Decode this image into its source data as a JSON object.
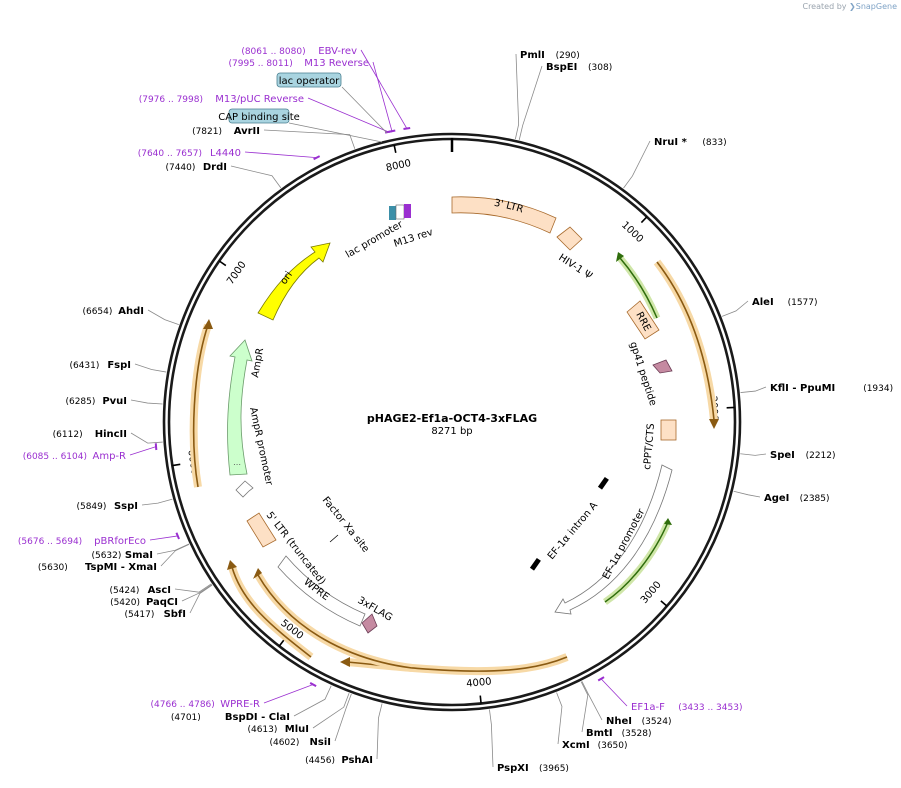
{
  "credit": {
    "created_by": "Created by",
    "brand": "SnapGene"
  },
  "map": {
    "name": "pHAGE2-Ef1a-OCT4-3xFLAG",
    "length_label": "8271 bp",
    "length": 8271
  },
  "colors": {
    "primer": "#9a2fd0",
    "backbone": "#1a1a1a",
    "promoter_box": "#a9d4e0",
    "ltr_fill": "#fde0c5",
    "ori": "#ffff00",
    "ampr": "#ccffcc",
    "orange_arrow": "#f2b55a",
    "green_arrow": "#5da832",
    "flag": "#c58aa1"
  },
  "tick_labels": [
    {
      "text": "1000",
      "bp": 1000
    },
    {
      "text": "2000",
      "bp": 2000
    },
    {
      "text": "3000",
      "bp": 3000
    },
    {
      "text": "4000",
      "bp": 4000
    },
    {
      "text": "5000",
      "bp": 5000
    },
    {
      "text": "6000",
      "bp": 6000
    },
    {
      "text": "7000",
      "bp": 7000
    },
    {
      "text": "8000",
      "bp": 8000
    }
  ],
  "enzymes": [
    {
      "name": "PmlI",
      "pos": "(290)",
      "bp": 290
    },
    {
      "name": "BspEI",
      "pos": "(308)",
      "bp": 308
    },
    {
      "name": "NruI *",
      "pos": "(833)",
      "bp": 833
    },
    {
      "name": "AleI",
      "pos": "(1577)",
      "bp": 1577
    },
    {
      "name": "KflI  - PpuMI",
      "pos": "(1934)",
      "bp": 1934
    },
    {
      "name": "SpeI",
      "pos": "(2212)",
      "bp": 2212
    },
    {
      "name": "AgeI",
      "pos": "(2385)",
      "bp": 2385
    },
    {
      "name": "NheI",
      "pos": "(3524)",
      "bp": 3524
    },
    {
      "name": "BmtI",
      "pos": "(3528)",
      "bp": 3528
    },
    {
      "name": "XcmI",
      "pos": "(3650)",
      "bp": 3650
    },
    {
      "name": "PspXI",
      "pos": "(3965)",
      "bp": 3965
    },
    {
      "name": "PshAI",
      "pos": "(4456)",
      "bp": 4456
    },
    {
      "name": "NsiI",
      "pos": "(4602)",
      "bp": 4602
    },
    {
      "name": "MluI",
      "pos": "(4613)",
      "bp": 4613
    },
    {
      "name": "BspDI  - ClaI",
      "pos": "(4701)",
      "bp": 4701
    },
    {
      "name": "SbfI",
      "pos": "(5417)",
      "bp": 5417
    },
    {
      "name": "PaqCI",
      "pos": "(5420)",
      "bp": 5420
    },
    {
      "name": "AscI",
      "pos": "(5424)",
      "bp": 5424
    },
    {
      "name": "TspMI  - XmaI",
      "pos": "(5630)",
      "bp": 5630
    },
    {
      "name": "SmaI",
      "pos": "(5632)",
      "bp": 5632
    },
    {
      "name": "SspI",
      "pos": "(5849)",
      "bp": 5849
    },
    {
      "name": "HincII",
      "pos": "(6112)",
      "bp": 6112
    },
    {
      "name": "PvuI",
      "pos": "(6285)",
      "bp": 6285
    },
    {
      "name": "FspI",
      "pos": "(6431)",
      "bp": 6431
    },
    {
      "name": "AhdI",
      "pos": "(6654)",
      "bp": 6654
    },
    {
      "name": "DrdI",
      "pos": "(7440)",
      "bp": 7440
    },
    {
      "name": "AvrII",
      "pos": "(7821)",
      "bp": 7821
    }
  ],
  "primers": [
    {
      "name": "EBV-rev",
      "range": "(8061 .. 8080)",
      "bp": 8070
    },
    {
      "name": "M13 Reverse",
      "range": "(7995 .. 8011)",
      "bp": 8003
    },
    {
      "name": "M13/pUC Reverse",
      "range": "(7976 .. 7998)",
      "bp": 7987
    },
    {
      "name": "L4440",
      "range": "(7640 .. 7657)",
      "bp": 7648
    },
    {
      "name": "EF1a-F",
      "range": "(3433 .. 3453)",
      "bp": 3443
    },
    {
      "name": "WPRE-R",
      "range": "(4766 .. 4786)",
      "bp": 4776
    },
    {
      "name": "pBRforEco",
      "range": "(5676 .. 5694)",
      "bp": 5685
    },
    {
      "name": "Amp-R",
      "range": "(6085 .. 6104)",
      "bp": 6094
    }
  ],
  "boxed_features": [
    {
      "name": "lac operator",
      "bp": 7975
    },
    {
      "name": "CAP binding site",
      "bp": 7925
    }
  ],
  "features": {
    "ltr3": "3' LTR",
    "hiv_psi": "HIV-1 Ψ",
    "rre": "RRE",
    "gp41": "gp41 peptide",
    "cppt": "cPPT/CTS",
    "ef1a_intron": "EF-1α intron A",
    "ef1a_promoter": "EF-1α promoter",
    "flag": "3xFLAG",
    "factor_xa": "Factor Xa site",
    "wpre": "WPRE",
    "ltr5": "5' LTR (truncated)",
    "ampr_promoter": "AmpR promoter",
    "ampr": "AmpR",
    "ori": "ori",
    "lac_promoter": "lac promoter",
    "m13_rev": "M13 rev"
  }
}
